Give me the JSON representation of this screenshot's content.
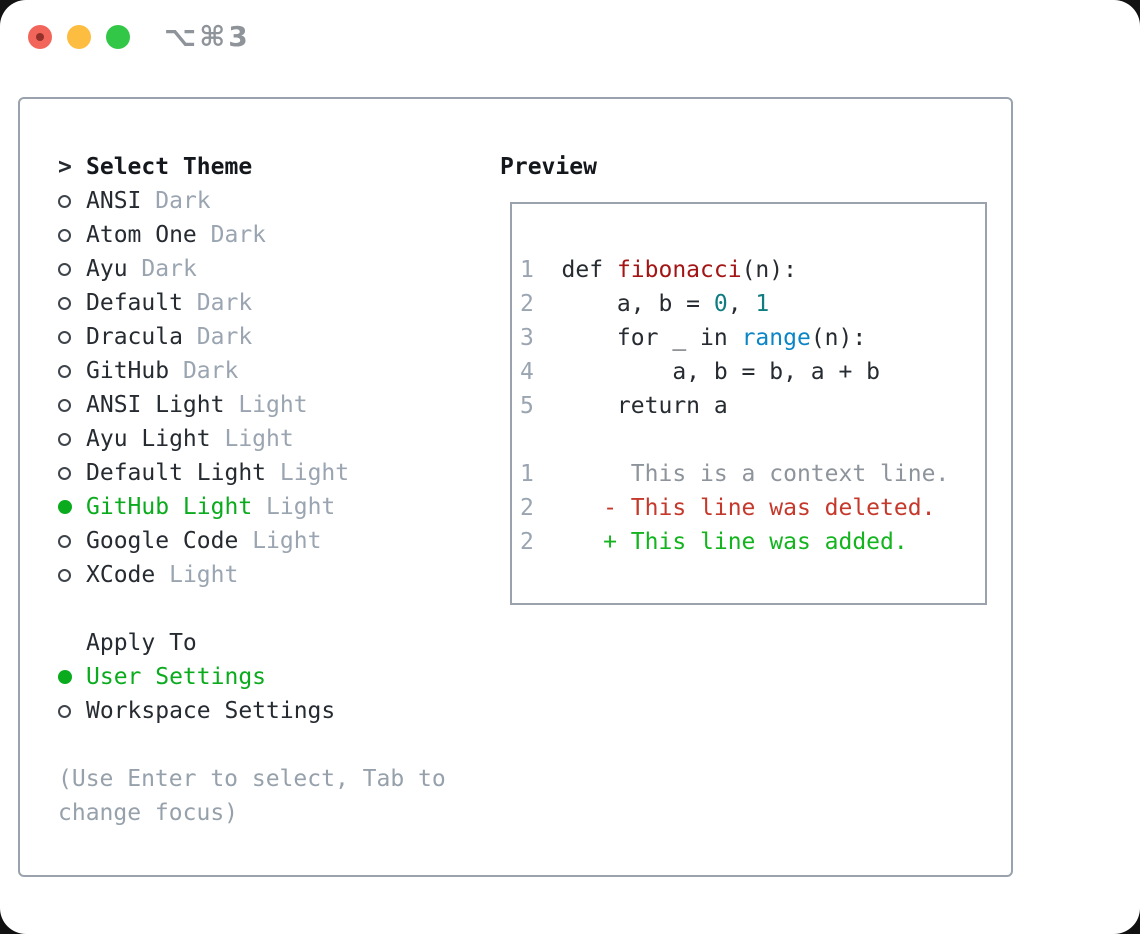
{
  "window": {
    "shortcut_label": "⌥⌘3"
  },
  "colors": {
    "text": "#262b31",
    "muted": "#9aa5b1",
    "hint": "#96a1ab",
    "green": "#0bab1e",
    "added": "#14b41f",
    "deleted": "#c5392c",
    "context": "#8e949b",
    "function_red": "#a31515",
    "number_teal": "#0e7c80",
    "builtin_blue": "#0c85c6",
    "border": "#9aa3ad",
    "titlebar_gray": "#8f949a",
    "traffic_red": "#f2655a",
    "traffic_red_dot": "#93302a",
    "traffic_yellow": "#fcbd40",
    "traffic_green": "#33c748",
    "radio_ring": "#3f454d"
  },
  "theme_picker": {
    "focus_marker": ">",
    "header": "Select Theme",
    "items": [
      {
        "name": "ANSI",
        "variant": "Dark",
        "selected": false
      },
      {
        "name": "Atom One",
        "variant": "Dark",
        "selected": false
      },
      {
        "name": "Ayu",
        "variant": "Dark",
        "selected": false
      },
      {
        "name": "Default",
        "variant": "Dark",
        "selected": false
      },
      {
        "name": "Dracula",
        "variant": "Dark",
        "selected": false
      },
      {
        "name": "GitHub",
        "variant": "Dark",
        "selected": false
      },
      {
        "name": "ANSI Light",
        "variant": "Light",
        "selected": false
      },
      {
        "name": "Ayu Light",
        "variant": "Light",
        "selected": false
      },
      {
        "name": "Default Light",
        "variant": "Light",
        "selected": false
      },
      {
        "name": "GitHub Light",
        "variant": "Light",
        "selected": true
      },
      {
        "name": "Google Code",
        "variant": "Light",
        "selected": false
      },
      {
        "name": "XCode",
        "variant": "Light",
        "selected": false
      }
    ]
  },
  "apply_to": {
    "header": "Apply To",
    "options": [
      {
        "label": "User Settings",
        "selected": true
      },
      {
        "label": "Workspace Settings",
        "selected": false
      }
    ]
  },
  "hint": "(Use Enter to select, Tab to change focus)",
  "preview": {
    "header": "Preview",
    "rows": [
      {
        "ln": "1",
        "segs": [
          {
            "c": "code",
            "t": "  def "
          },
          {
            "c": "func",
            "t": "fibonacci"
          },
          {
            "c": "code",
            "t": "(n):"
          }
        ]
      },
      {
        "ln": "2",
        "segs": [
          {
            "c": "code",
            "t": "      a, b = "
          },
          {
            "c": "num",
            "t": "0"
          },
          {
            "c": "code",
            "t": ", "
          },
          {
            "c": "num",
            "t": "1"
          }
        ]
      },
      {
        "ln": "3",
        "segs": [
          {
            "c": "code",
            "t": "      for _ in "
          },
          {
            "c": "builtin",
            "t": "range"
          },
          {
            "c": "code",
            "t": "(n):"
          }
        ]
      },
      {
        "ln": "4",
        "segs": [
          {
            "c": "code",
            "t": "          a, b = b, a + b"
          }
        ]
      },
      {
        "ln": "5",
        "segs": [
          {
            "c": "code",
            "t": "      return a"
          }
        ]
      },
      {
        "ln": "",
        "segs": []
      },
      {
        "ln": "1",
        "segs": [
          {
            "c": "ctx",
            "t": "       This is a context line."
          }
        ]
      },
      {
        "ln": "2",
        "segs": [
          {
            "c": "del",
            "t": "     - This line was deleted."
          }
        ]
      },
      {
        "ln": "2",
        "segs": [
          {
            "c": "add",
            "t": "     + This line was added."
          }
        ]
      }
    ]
  }
}
